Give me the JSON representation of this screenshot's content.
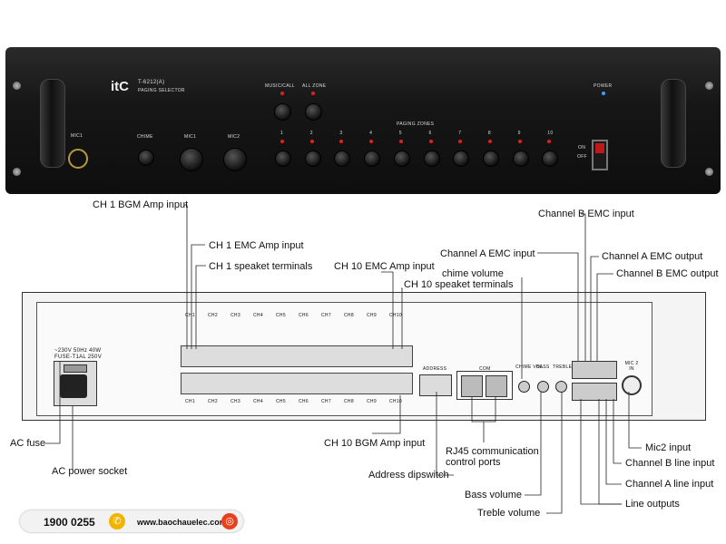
{
  "brand": {
    "logo": "itC",
    "model": "T-6212(A)",
    "subtitle": "PAGING SELECTOR"
  },
  "front_panel": {
    "mic1_label": "MIC1",
    "chime_label": "CHIME",
    "mic1_knob_label": "MIC1",
    "mic2_knob_label": "MIC2",
    "music_call_label": "MUSIC/CALL",
    "all_zone_label": "ALL ZONE",
    "paging_zones_label": "PAGING ZONES",
    "zones": [
      "1",
      "2",
      "3",
      "4",
      "5",
      "6",
      "7",
      "8",
      "9",
      "10"
    ],
    "power_label": "POWER",
    "on_label": "ON",
    "off_label": "OFF",
    "colors": {
      "panel": "#161616",
      "led_red": "#e02020",
      "led_blue": "#3fa0ff",
      "text": "#dddddd"
    }
  },
  "rear_panel": {
    "power_spec_1": "~230V 50Hz 40W",
    "power_spec_2": "FUSE-T1AL 250V",
    "channels": [
      "CH1",
      "CH2",
      "CH3",
      "CH4",
      "CH5",
      "CH6",
      "CH7",
      "CH8",
      "CH9",
      "CH10"
    ],
    "address_label": "ADDRESS",
    "com_label": "COM",
    "chime_vol_label": "CHIME VOL",
    "bass_label": "BASS",
    "treble_label": "TREBLE",
    "mic2_in_label": "MIC 2 IN"
  },
  "callouts": {
    "ch1_bgm_amp_input": "CH 1 BGM Amp input",
    "ch1_emc_amp_input": "CH 1 EMC Amp input",
    "ch1_speaker_terminals": "CH 1 speaket terminals",
    "ch10_emc_amp_input": "CH 10 EMC Amp input",
    "ch10_speaker_terminals": "CH 10 speaket terminals",
    "chime_volume": "chime volume",
    "channel_a_emc_input": "Channel A EMC input",
    "channel_b_emc_input": "Channel B EMC input",
    "channel_a_emc_output": "Channel A EMC output",
    "channel_b_emc_output": "Channel B EMC output",
    "ac_fuse": "AC fuse",
    "ac_power_socket": "AC power socket",
    "ch10_bgm_amp_input": "CH 10 BGM Amp input",
    "rj45_line1": "RJ45 communication",
    "rj45_line2": "control ports",
    "address_dipswitch": "Address dipswitch",
    "bass_volume": "Bass volume",
    "treble_volume": "Treble volume",
    "mic2_input": "Mic2 input",
    "channel_b_line_input": "Channel B line input",
    "channel_a_line_input": "Channel A line input",
    "line_outputs": "Line outputs"
  },
  "footer": {
    "phone": "1900 0255",
    "website": "www.baochauelec.com",
    "phone_icon": "phone-icon",
    "web_icon": "globe-icon",
    "colors": {
      "phone_icon_bg": "#f0b400",
      "web_icon_bg": "#e8401c"
    }
  }
}
